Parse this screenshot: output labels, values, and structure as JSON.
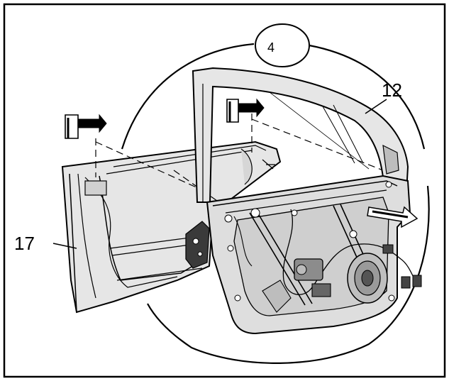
{
  "diagram": {
    "step_number": "4",
    "callouts": {
      "door_module": "12",
      "door_shell": "17"
    }
  }
}
